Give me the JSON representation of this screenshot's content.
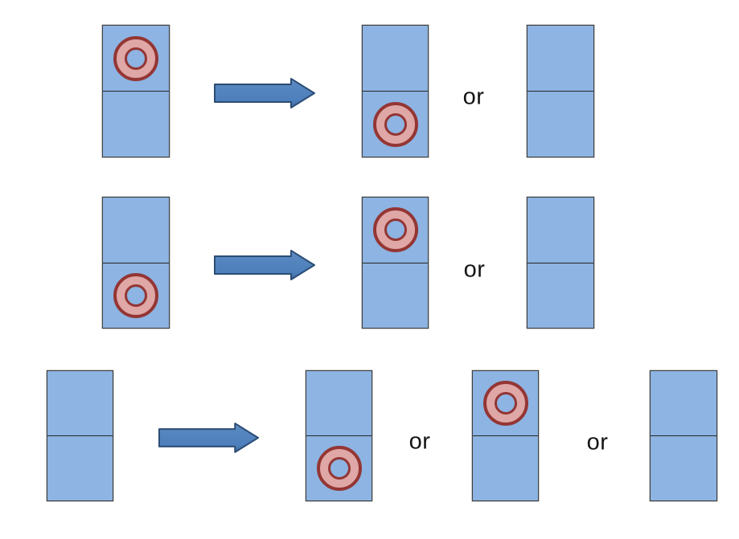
{
  "diagram": {
    "or_label": "or",
    "description": "Three rows: an initial two-cell box state, a right block arrow, and the possible outcome states separated by 'or' labels.",
    "rows": [
      {
        "initial_state": "token-in-upper-cell",
        "outcomes": [
          "token-in-lower-cell",
          "empty-box"
        ]
      },
      {
        "initial_state": "token-in-lower-cell",
        "outcomes": [
          "token-in-upper-cell",
          "empty-box"
        ]
      },
      {
        "initial_state": "empty-box",
        "outcomes": [
          "token-in-lower-cell",
          "token-in-upper-cell",
          "empty-box"
        ]
      }
    ],
    "colors": {
      "background": "#FFFFFF",
      "box_fill": "#8DB4E2",
      "box_border": "#404040",
      "box_divider": "#262626",
      "token_fill": "#DFA7A6",
      "token_ring": "#943634",
      "arrow_fill": "#4F81BD",
      "arrow_outline": "#2C4D75",
      "or_text": "#141414"
    }
  }
}
